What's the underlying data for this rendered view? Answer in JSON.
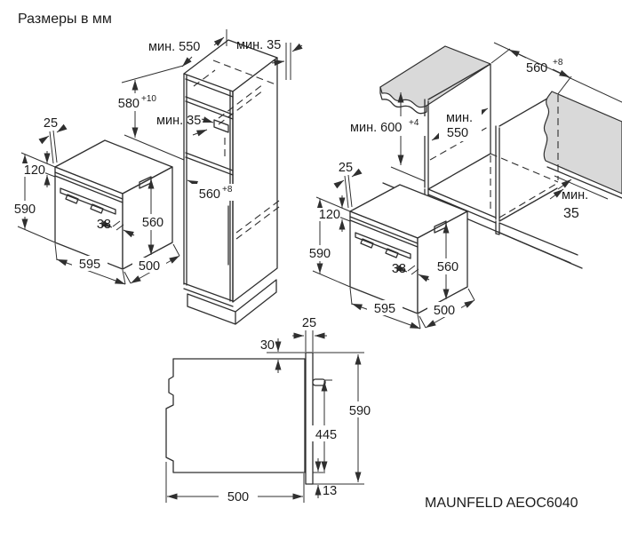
{
  "title": "Размеры в мм",
  "model": "MAUNFELD AEOC6040",
  "oven": {
    "door_gap": "25",
    "panel_height": "120",
    "height": "590",
    "handle_depth": "38",
    "body_height": "560",
    "width": "595",
    "depth": "500"
  },
  "column": {
    "top_depth": "мин. 550",
    "rear_gap": "мин. 35",
    "vent_gap": "мин. 35",
    "niche_height": "580",
    "niche_height_tol": "+10",
    "niche_width": "560",
    "niche_width_tol": "+8"
  },
  "base": {
    "niche_width": "560",
    "niche_width_tol": "+8",
    "niche_height": "мин. 600",
    "niche_height_tol": "+4",
    "depth_line1": "мин.",
    "depth_line2": "550",
    "rear_gap_line1": "мин.",
    "rear_gap_line2": "35"
  },
  "side": {
    "door_thickness": "25",
    "top_gap": "30",
    "height": "590",
    "inner_height": "445",
    "depth": "500",
    "bottom_gap": "13"
  }
}
